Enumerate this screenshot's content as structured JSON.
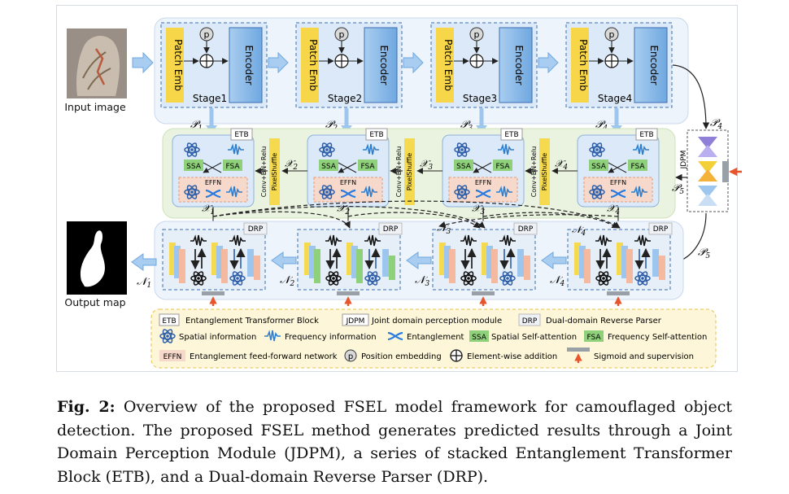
{
  "figure": {
    "input_label": "Input image",
    "output_label": "Output map",
    "stages": [
      {
        "patch": "Patch Emb",
        "p": "p",
        "encoder": "Encoder",
        "name": "Stage1"
      },
      {
        "patch": "Patch Emb",
        "p": "p",
        "encoder": "Encoder",
        "name": "Stage2"
      },
      {
        "patch": "Patch Emb",
        "p": "p",
        "encoder": "Encoder",
        "name": "Stage3"
      },
      {
        "patch": "Patch Emb",
        "p": "p",
        "encoder": "Encoder",
        "name": "Stage4"
      }
    ],
    "p_labels": [
      "𝒫",
      "𝒫",
      "𝒫",
      "𝒫"
    ],
    "p_subs": [
      "1",
      "2",
      "3",
      "4"
    ],
    "etb": {
      "tag": "ETB",
      "ssa": "SSA",
      "fsa": "FSA",
      "effn": "EFFN",
      "x_labels": [
        "𝒳",
        "𝒳",
        "𝒳",
        "𝒳"
      ],
      "x_subs": [
        "1",
        "2",
        "3",
        "4"
      ]
    },
    "conv_label": "Conv+BN+Relu",
    "shuffle_label": "PixelShuffle",
    "jdpm_label": "JDPM",
    "p4_side": "𝒫",
    "p4_side_sub": "4",
    "p5_label": "𝒫",
    "p5_sub": "5",
    "p5_label_b": "𝒫",
    "p5_sub_b": "5",
    "drp_tag": "DRP",
    "n_labels": [
      "𝒩",
      "𝒩",
      "𝒩",
      "𝒩"
    ],
    "n_subs": [
      "1",
      "2",
      "3",
      "4"
    ],
    "n_top": [
      "𝒩",
      "𝒩"
    ],
    "n_top_subs": [
      "3",
      "4"
    ],
    "legend": {
      "etb_tag": "ETB",
      "etb_text": "Entanglement Transformer Block",
      "jdpm_tag": "JDPM",
      "jdpm_text": "Joint domain perception module",
      "drp_tag": "DRP",
      "drp_text": "Dual-domain Reverse Parser",
      "spatial": "Spatial information",
      "frequency": "Frequency information",
      "entanglement": "Entanglement",
      "ssa_tag": "SSA",
      "ssa_text": "Spatial Self-attention",
      "fsa_tag": "FSA",
      "fsa_text": "Frequency Self-attention",
      "effn_tag": "EFFN",
      "effn_text": "Entanglement feed-forward network",
      "p_tag": "p",
      "pos_text": "Position embedding",
      "add_text": "Element-wise addition",
      "sig_text": "Sigmoid and supervision"
    }
  },
  "caption": {
    "label": "Fig. 2:",
    "text": "Overview of the proposed FSEL model framework for camouflaged object detection. The proposed FSEL method generates predicted results through a Joint Domain Perception Module (JDPM), a series of stacked Entanglement Transformer Block (ETB), and a Dual-domain Reverse Parser (DRP)."
  }
}
